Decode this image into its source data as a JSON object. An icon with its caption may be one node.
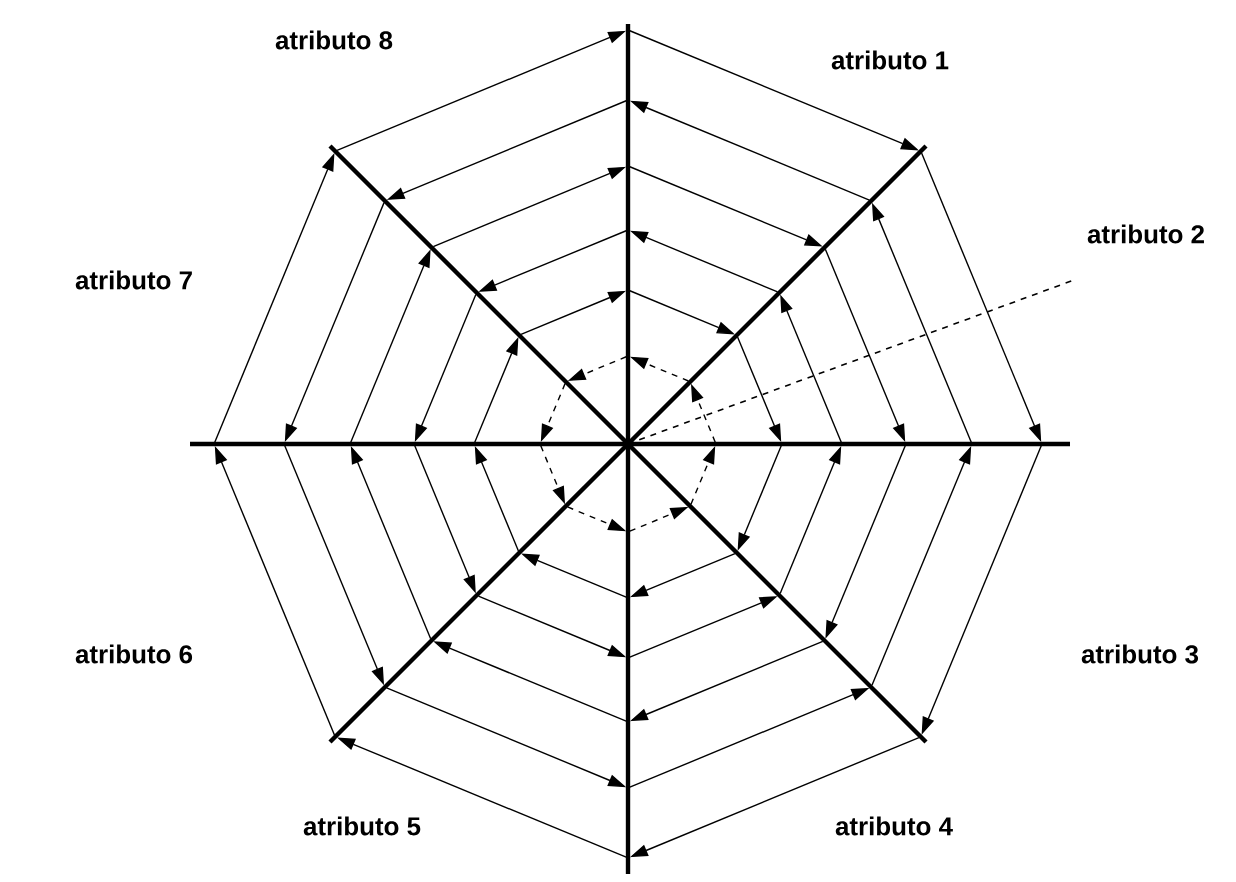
{
  "diagram": {
    "labels": [
      "atributo 1",
      "atributo 2",
      "atributo 3",
      "atributo 4",
      "atributo 5",
      "atributo 6",
      "atributo 7",
      "atributo 8"
    ]
  }
}
